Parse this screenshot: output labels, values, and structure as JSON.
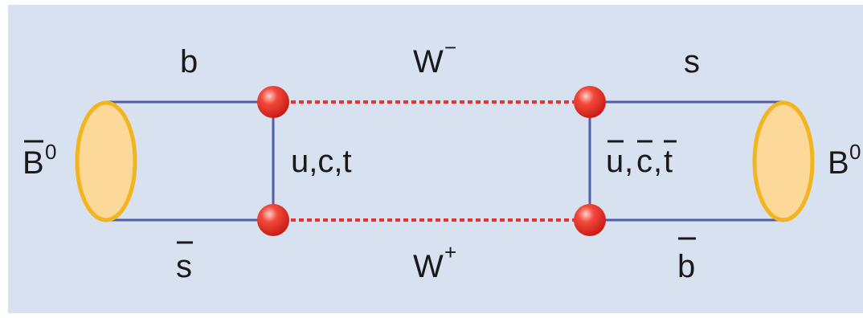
{
  "colors": {
    "background": "#d7e1f0",
    "frame": "#ffffff",
    "quark_line": "#4f5ea8",
    "w_line": "#e8322e",
    "meson_fill": "#fcd899",
    "meson_stroke": "#f2b51f",
    "vertex": "#e02a22"
  },
  "mesons": {
    "left": {
      "base": "B",
      "superscript": "0",
      "overbar": true
    },
    "right": {
      "base": "B",
      "superscript": "0",
      "overbar": false
    }
  },
  "quarks": {
    "top_left": "b",
    "bottom_left": "s",
    "top_right": "s",
    "bottom_right": "b",
    "internal_left": "u,c,t",
    "internal_right": [
      "u",
      "c",
      "t"
    ]
  },
  "bosons": {
    "top": {
      "base": "W",
      "charge": "−"
    },
    "bottom": {
      "base": "W",
      "charge": "+"
    }
  },
  "separator": ","
}
